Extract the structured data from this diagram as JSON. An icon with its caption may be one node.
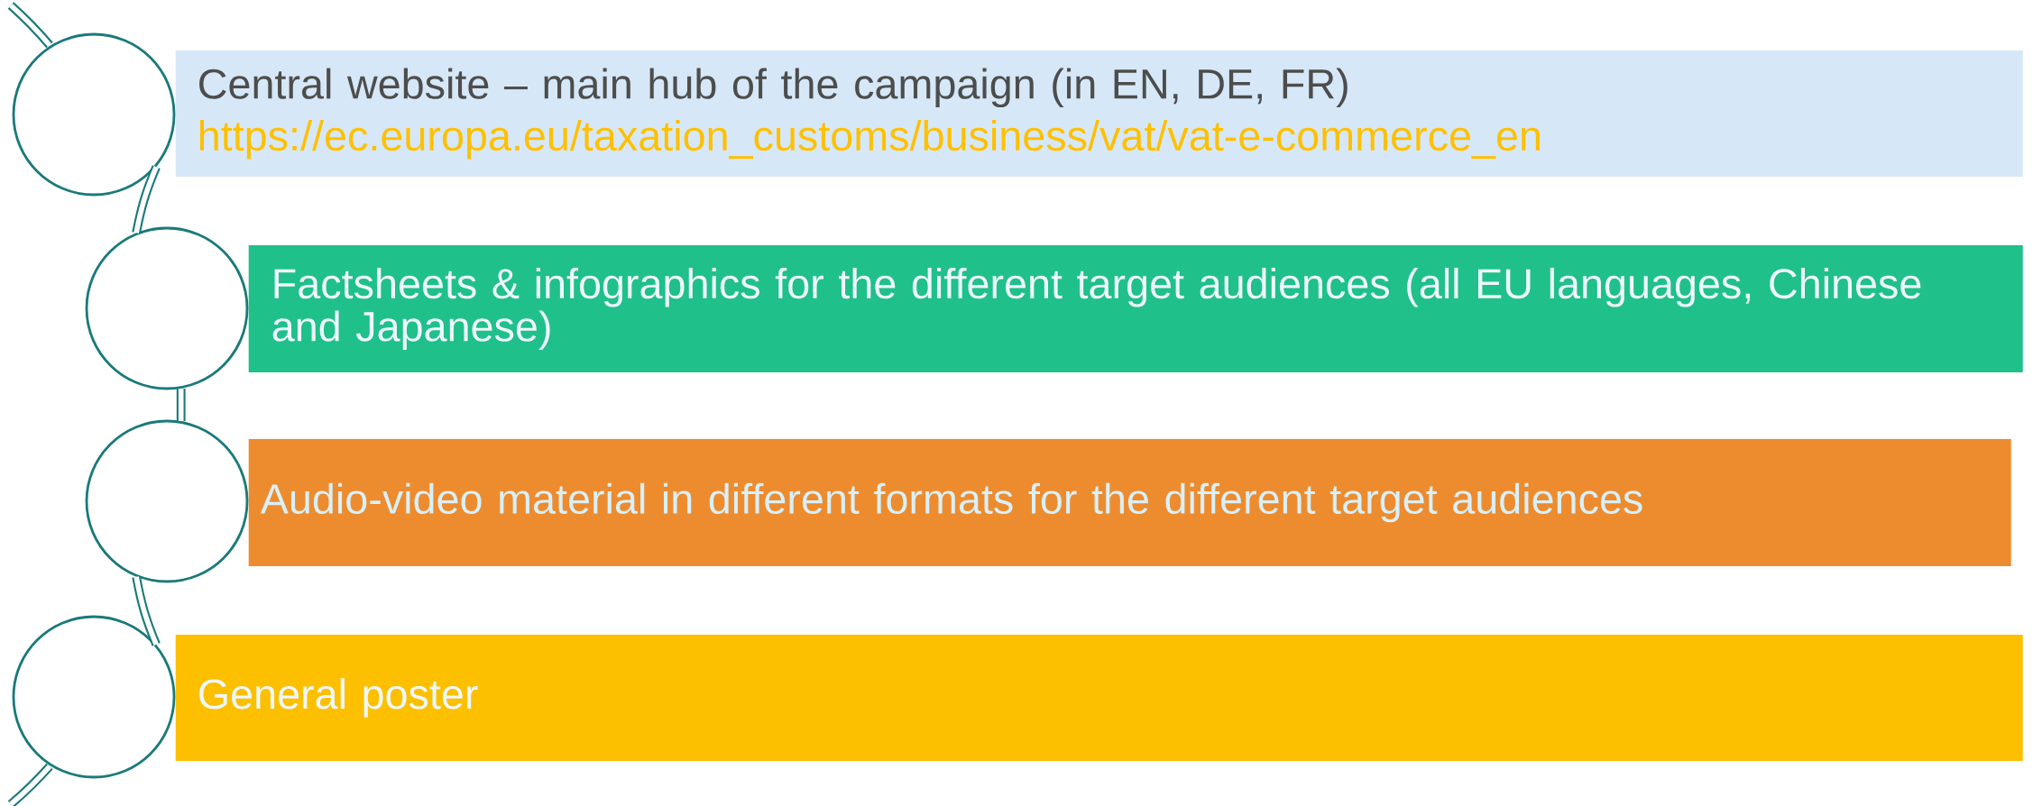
{
  "diagram": {
    "nodes": [
      {
        "text": [],
        "shape": "circle"
      },
      {
        "text": [
          "Central website – main hub of the campaign (in EN, DE, FR)",
          "https://ec.europa.eu/taxation_customs/business/vat/vat-e-commerce_en"
        ]
      },
      {
        "text": [],
        "shape": "circle"
      },
      {
        "text": [
          "Factsheets & infographics for the different target audiences (all EU languages, Chinese and Japanese)"
        ]
      },
      {
        "text": [],
        "shape": "circle"
      },
      {
        "text": [
          "Audio-video material in different formats for the different target audiences"
        ]
      },
      {
        "text": [],
        "shape": "circle"
      },
      {
        "text": [
          "General poster"
        ]
      }
    ],
    "edges": [
      {
        "from": 0,
        "to": 2,
        "arrow": "none"
      },
      {
        "from": 2,
        "to": 4,
        "arrow": "none"
      },
      {
        "from": 4,
        "to": 6,
        "arrow": "none"
      }
    ]
  }
}
